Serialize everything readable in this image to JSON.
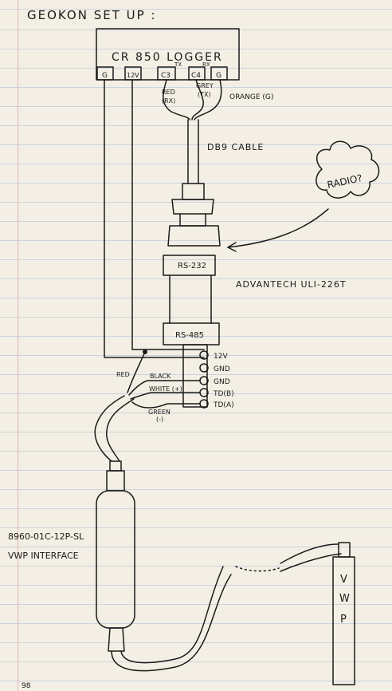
{
  "title": "GEOKON SET UP :",
  "logger": {
    "name": "CR 850 LOGGER",
    "ports": [
      "G",
      "12V",
      "C3",
      "C4",
      "G"
    ],
    "tx_mark": "TX",
    "rx_mark": "RX"
  },
  "wires_top": {
    "red": "RED\n(RX)",
    "grey": "GREY\n(TX)",
    "orange": "ORANGE (G)"
  },
  "cable": "DB9 CABLE",
  "radio": "RADIO?",
  "converter": {
    "top": "RS-232",
    "bottom": "RS-485",
    "name": "ADVANTECH ULI-226T"
  },
  "terminals": [
    "12V",
    "GND",
    "GND",
    "TD(B)",
    "TD(A)"
  ],
  "lower_wires": {
    "red": "RED",
    "black": "BLACK",
    "white": "WHITE (+)",
    "green": "GREEN\n(-)"
  },
  "interface": {
    "model": "8960-01C-12P-SL",
    "desc": "VWP INTERFACE"
  },
  "sensor": [
    "V",
    "W",
    "P"
  ],
  "page_number": "98"
}
